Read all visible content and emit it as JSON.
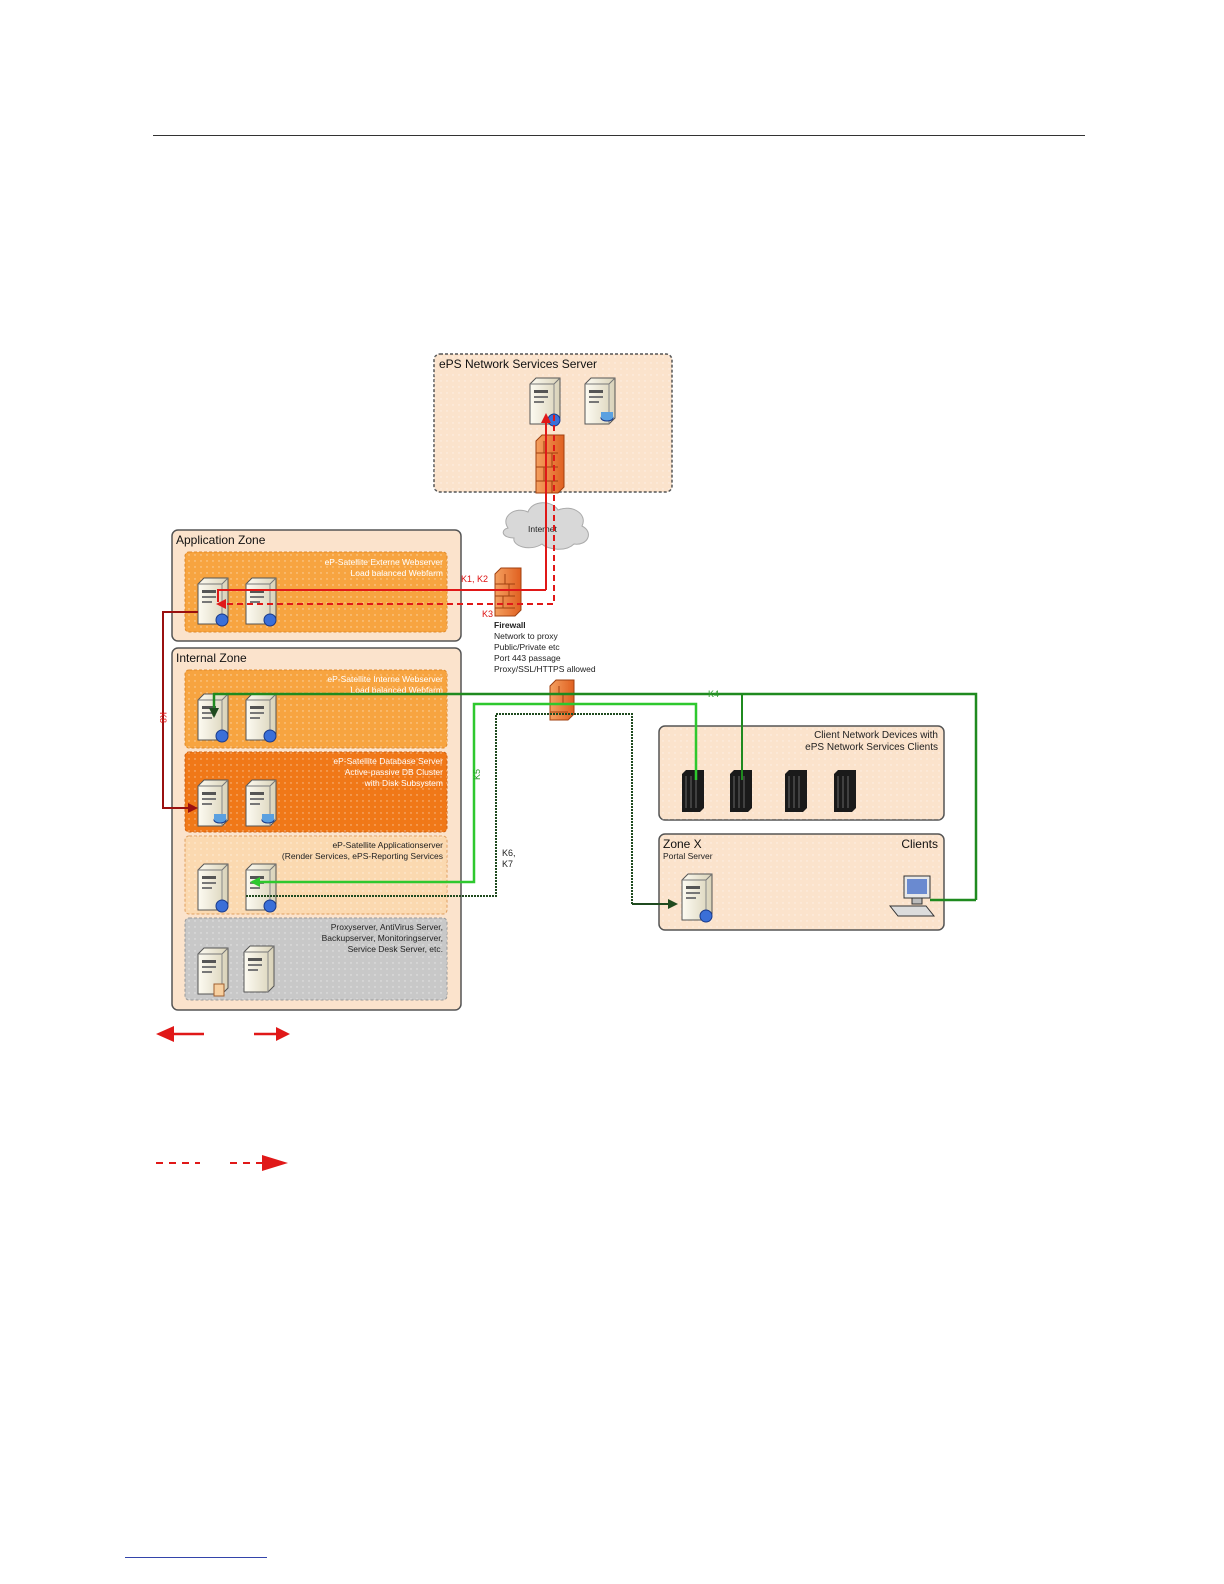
{
  "zones": {
    "eps_server_title": "ePS Network Services Server",
    "application_zone_title": "Application Zone",
    "internal_zone_title": "Internal Zone",
    "client_devices_title_1": "Client Network Devices with",
    "client_devices_title_2": "ePS Network Services Clients",
    "zone_x_title": "Zone X",
    "zone_x_portal": "Portal Server",
    "zone_x_clients": "Clients"
  },
  "boxes": {
    "extern_web_1": "eP-Satellite Externe Webserver",
    "extern_web_2": "Load balanced Webfarm",
    "intern_web_1": "eP-Satellite Interne Webserver",
    "intern_web_2": "Load balanced Webfarm",
    "db_1": "eP-Satellite Database Server",
    "db_2": "Active-passive DB Cluster",
    "db_3": "with Disk Subsystem",
    "app_1": "eP-Satellite Applicationserver",
    "app_2": "(Render Services, ePS-Reporting Services",
    "infra_1": "Proxyserver, AntiVirus Server,",
    "infra_2": "Backupserver, Monitoringserver,",
    "infra_3": "Service Desk Server, etc."
  },
  "internet_label": "Internet",
  "firewall_notes": [
    "Firewall",
    "Network to proxy",
    "Public/Private etc",
    "Port 443 passage",
    "Proxy/SSL/HTTPS allowed"
  ],
  "connections": {
    "k1k2": "K1, K2",
    "k3": "K3",
    "k4": "K4",
    "k5": "K5",
    "k6": "K6,",
    "k7": "K7",
    "k8": "K8"
  },
  "colors": {
    "zone_fill": "#fbe3cc",
    "orange_box": "#f7a440",
    "dark_orange_box": "#f07818",
    "light_orange_box": "#fbd9b0",
    "gray_box": "#c8c8c8",
    "red_line": "#e01818",
    "dark_red_line": "#9a1010",
    "green_line": "#2ec82e",
    "dark_green_line": "#1f6a1f"
  },
  "icons": [
    "server-icon",
    "database-server-icon",
    "firewall-icon",
    "internet-cloud-icon",
    "network-device-icon",
    "client-computer-icon",
    "arrow-left-icon",
    "arrow-right-icon"
  ]
}
